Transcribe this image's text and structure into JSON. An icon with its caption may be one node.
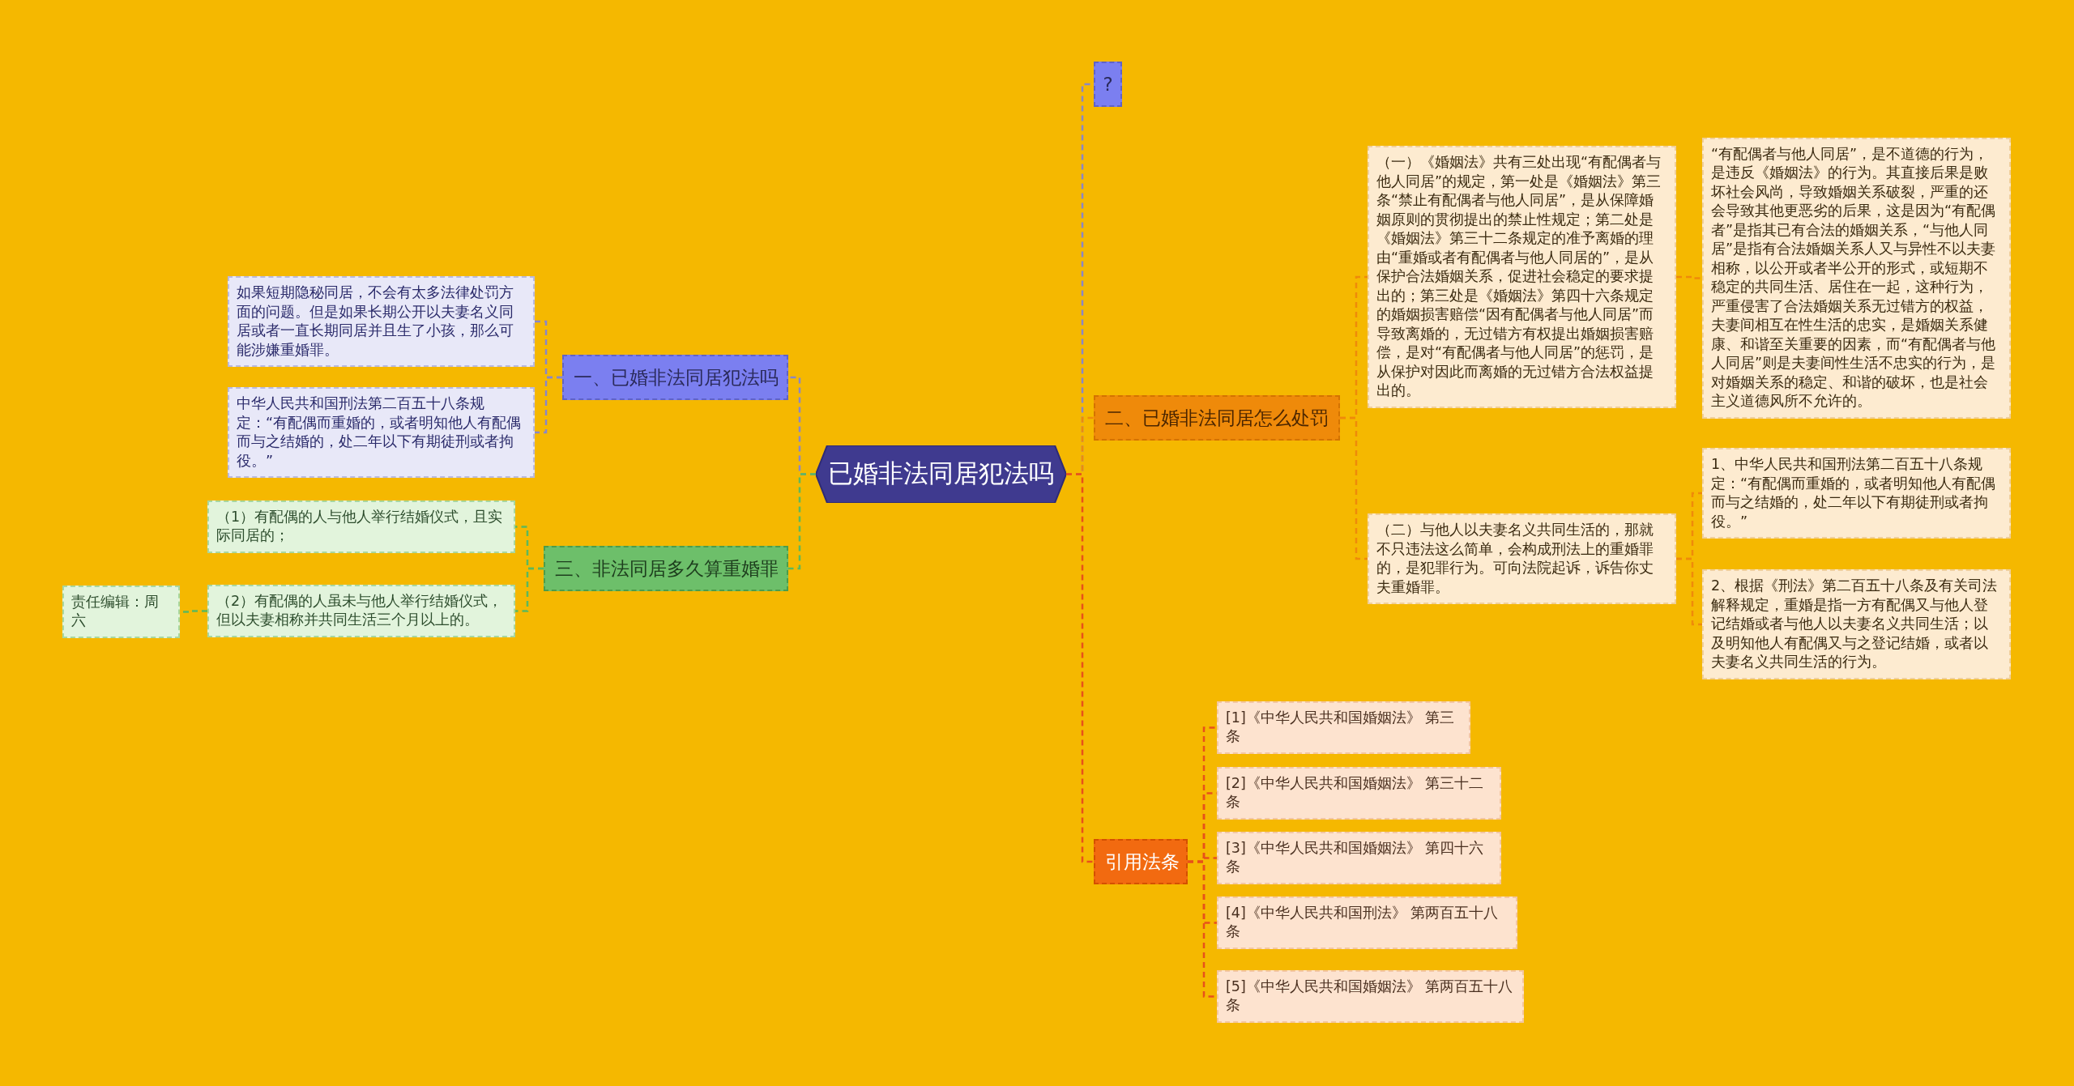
{
  "diagram": {
    "nodes": [
      {
        "text": [
          "已婚非法同居犯法吗"
        ]
      },
      {
        "text": [
          "一、已婚非法同居犯法吗"
        ]
      },
      {
        "text": [
          "如果短期隐秘同居，不会有太多法律处罚方面的问题。但是如果长期公开以夫妻名义同居或者一直长期同居并且生了小孩，那么可能涉嫌重婚罪。"
        ]
      },
      {
        "text": [
          "中华人民共和国刑法第二百五十八条规定：“有配偶而重婚的，或者明知他人有配偶而与之结婚的，处二年以下有期徒刑或者拘役。”"
        ]
      },
      {
        "text": [
          "三、非法同居多久算重婚罪"
        ]
      },
      {
        "text": [
          "（1）有配偶的人与他人举行结婚仪式，且实际同居的；"
        ]
      },
      {
        "text": [
          "（2）有配偶的人虽未与他人举行结婚仪式，但以夫妻相称并共同生活三个月以上的。"
        ]
      },
      {
        "text": [
          "责任编辑：周六"
        ]
      },
      {
        "text": [
          "?"
        ]
      },
      {
        "text": [
          "二、已婚非法同居怎么处罚"
        ]
      },
      {
        "text": [
          "（一）《婚姻法》共有三处出现“有配偶者与他人同居”的规定，第一处是《婚姻法》第三条“禁止有配偶者与他人同居”，是从保障婚姻原则的贯彻提出的禁止性规定；第二处是《婚姻法》第三十二条规定的准予离婚的理由“重婚或者有配偶者与他人同居的”，是从保护合法婚姻关系，促进社会稳定的要求提出的；第三处是《婚姻法》第四十六条规定的婚姻损害赔偿“因有配偶者与他人同居”而导致离婚的，无过错方有权提出婚姻损害赔偿，是对“有配偶者与他人同居”的惩罚，是从保护对因此而离婚的无过错方合法权益提出的。"
        ]
      },
      {
        "text": [
          "“有配偶者与他人同居”，是不道德的行为，是违反《婚姻法》的行为。其直接后果是败坏社会风尚，导致婚姻关系破裂，严重的还会导致其他更恶劣的后果，这是因为“有配偶者”是指其已有合法的婚姻关系，“与他人同居”是指有合法婚姻关系人又与异性不以夫妻相称，以公开或者半公开的形式，或短期不稳定的共同生活、居住在一起，这种行为，严重侵害了合法婚姻关系无过错方的权益，夫妻间相互在性生活的忠实，是婚姻关系健康、和谐至关重要的因素，而“有配偶者与他人同居”则是夫妻间性生活不忠实的行为，是对婚姻关系的稳定、和谐的破坏，也是社会主义道德风所不允许的。"
        ]
      },
      {
        "text": [
          "（二）与他人以夫妻名义共同生活的，那就不只违法这么简单，会构成刑法上的重婚罪的，是犯罪行为。可向法院起诉，诉告你丈夫重婚罪。"
        ]
      },
      {
        "text": [
          "1、中华人民共和国刑法第二百五十八条规定：“有配偶而重婚的，或者明知他人有配偶而与之结婚的，处二年以下有期徒刑或者拘役。”"
        ]
      },
      {
        "text": [
          "2、根据《刑法》第二百五十八条及有关司法解释规定，重婚是指一方有配偶又与他人登记结婚或者与他人以夫妻名义共同生活；以及明知他人有配偶又与之登记结婚，或者以夫妻名义共同生活的行为。"
        ]
      },
      {
        "text": [
          "引用法条"
        ]
      },
      {
        "text": [
          "[1]《中华人民共和国婚姻法》 第三条"
        ]
      },
      {
        "text": [
          "[2]《中华人民共和国婚姻法》 第三十二条"
        ]
      },
      {
        "text": [
          "[3]《中华人民共和国婚姻法》 第四十六条"
        ]
      },
      {
        "text": [
          "[4]《中华人民共和国刑法》 第两百五十八条"
        ]
      },
      {
        "text": [
          "[5]《中华人民共和国婚姻法》 第两百五十八条"
        ]
      }
    ],
    "edges": [
      {
        "from": 0,
        "to": 1,
        "arrow": "none",
        "color": "#8a86c8"
      },
      {
        "from": 1,
        "to": 2,
        "arrow": "none",
        "color": "#8a86c8"
      },
      {
        "from": 1,
        "to": 3,
        "arrow": "none",
        "color": "#8a86c8"
      },
      {
        "from": 0,
        "to": 4,
        "arrow": "none",
        "color": "#5cb85c"
      },
      {
        "from": 4,
        "to": 5,
        "arrow": "none",
        "color": "#5cb85c"
      },
      {
        "from": 4,
        "to": 6,
        "arrow": "none",
        "color": "#5cb85c"
      },
      {
        "from": 6,
        "to": 7,
        "arrow": "none",
        "color": "#5cb85c"
      },
      {
        "from": 0,
        "to": 8,
        "arrow": "none",
        "color": "#8a86c8"
      },
      {
        "from": 0,
        "to": 9,
        "arrow": "none",
        "color": "#ef8a0a"
      },
      {
        "from": 9,
        "to": 10,
        "arrow": "none",
        "color": "#ef8a0a"
      },
      {
        "from": 10,
        "to": 11,
        "arrow": "none",
        "color": "#ef8a0a"
      },
      {
        "from": 9,
        "to": 12,
        "arrow": "none",
        "color": "#ef8a0a"
      },
      {
        "from": 12,
        "to": 13,
        "arrow": "none",
        "color": "#ef8a0a"
      },
      {
        "from": 12,
        "to": 14,
        "arrow": "none",
        "color": "#ef8a0a"
      },
      {
        "from": 0,
        "to": 15,
        "arrow": "none",
        "color": "#e8501a"
      },
      {
        "from": 15,
        "to": 16,
        "arrow": "none",
        "color": "#e8501a"
      },
      {
        "from": 15,
        "to": 17,
        "arrow": "none",
        "color": "#e8501a"
      },
      {
        "from": 15,
        "to": 18,
        "arrow": "none",
        "color": "#e8501a"
      },
      {
        "from": 15,
        "to": 19,
        "arrow": "none",
        "color": "#e8501a"
      },
      {
        "from": 15,
        "to": 20,
        "arrow": "none",
        "color": "#e8501a"
      }
    ]
  }
}
